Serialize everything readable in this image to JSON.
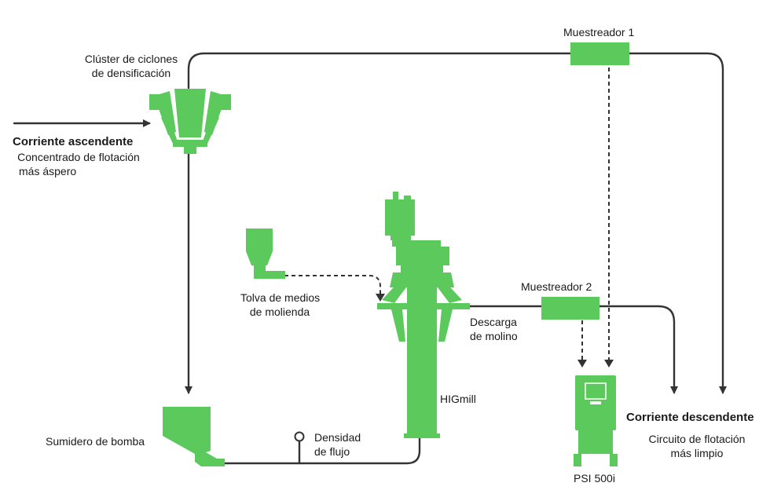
{
  "labels": {
    "cyclone_cluster": "Clúster de ciclones",
    "cyclone_cluster_2": "de densificación",
    "upstream_title": "Corriente ascendente",
    "upstream_desc_1": "Concentrado de flotación",
    "upstream_desc_2": "más áspero",
    "sampler_1": "Muestreador 1",
    "sampler_2": "Muestreador 2",
    "hopper_1": "Tolva de medios",
    "hopper_2": "de molienda",
    "mill_discharge_1": "Descarga",
    "mill_discharge_2": "de molino",
    "higmill": "HIGmill",
    "pump_sump": "Sumidero de bomba",
    "flow_density_1": "Densidad",
    "flow_density_2": "de flujo",
    "psi": "PSI 500i",
    "downstream_title": "Corriente descendente",
    "downstream_desc_1": "Circuito de flotación",
    "downstream_desc_2": "más limpio"
  },
  "colors": {
    "equipment": "#5bc95b",
    "equipment_dark": "#3fa83f",
    "line": "#333333"
  }
}
